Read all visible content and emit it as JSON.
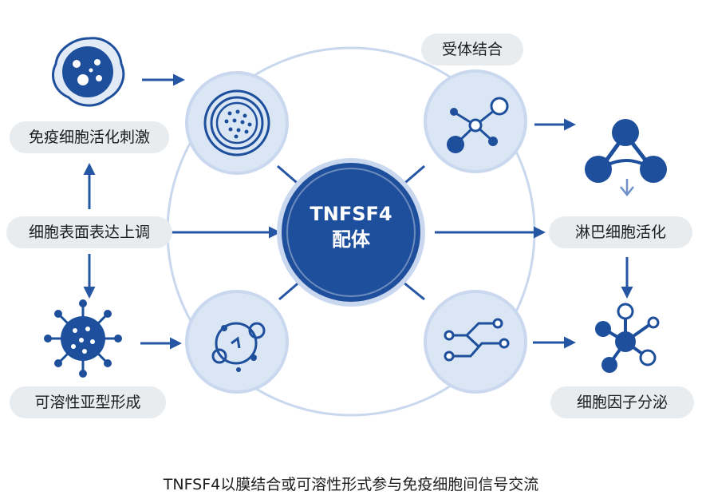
{
  "center": {
    "line1": "TNFSF4",
    "line2": "配体"
  },
  "labels": {
    "immune_stimulation": "免疫细胞活化刺激",
    "surface_upregulation": "细胞表面表达上调",
    "soluble_forms": "可溶性亚型形成",
    "receptor_binding": "受体结合",
    "lymphocyte_activation": "淋巴细胞活化",
    "cytokine_secretion": "细胞因子分泌"
  },
  "caption": "TNFSF4以膜结合或可溶性形式参与免疫细胞间信号交流",
  "colors": {
    "primary": "#1e4f9c",
    "light_fill": "#dbe6f5",
    "ring": "#c9d8ee",
    "pill": "#e9ecef"
  }
}
